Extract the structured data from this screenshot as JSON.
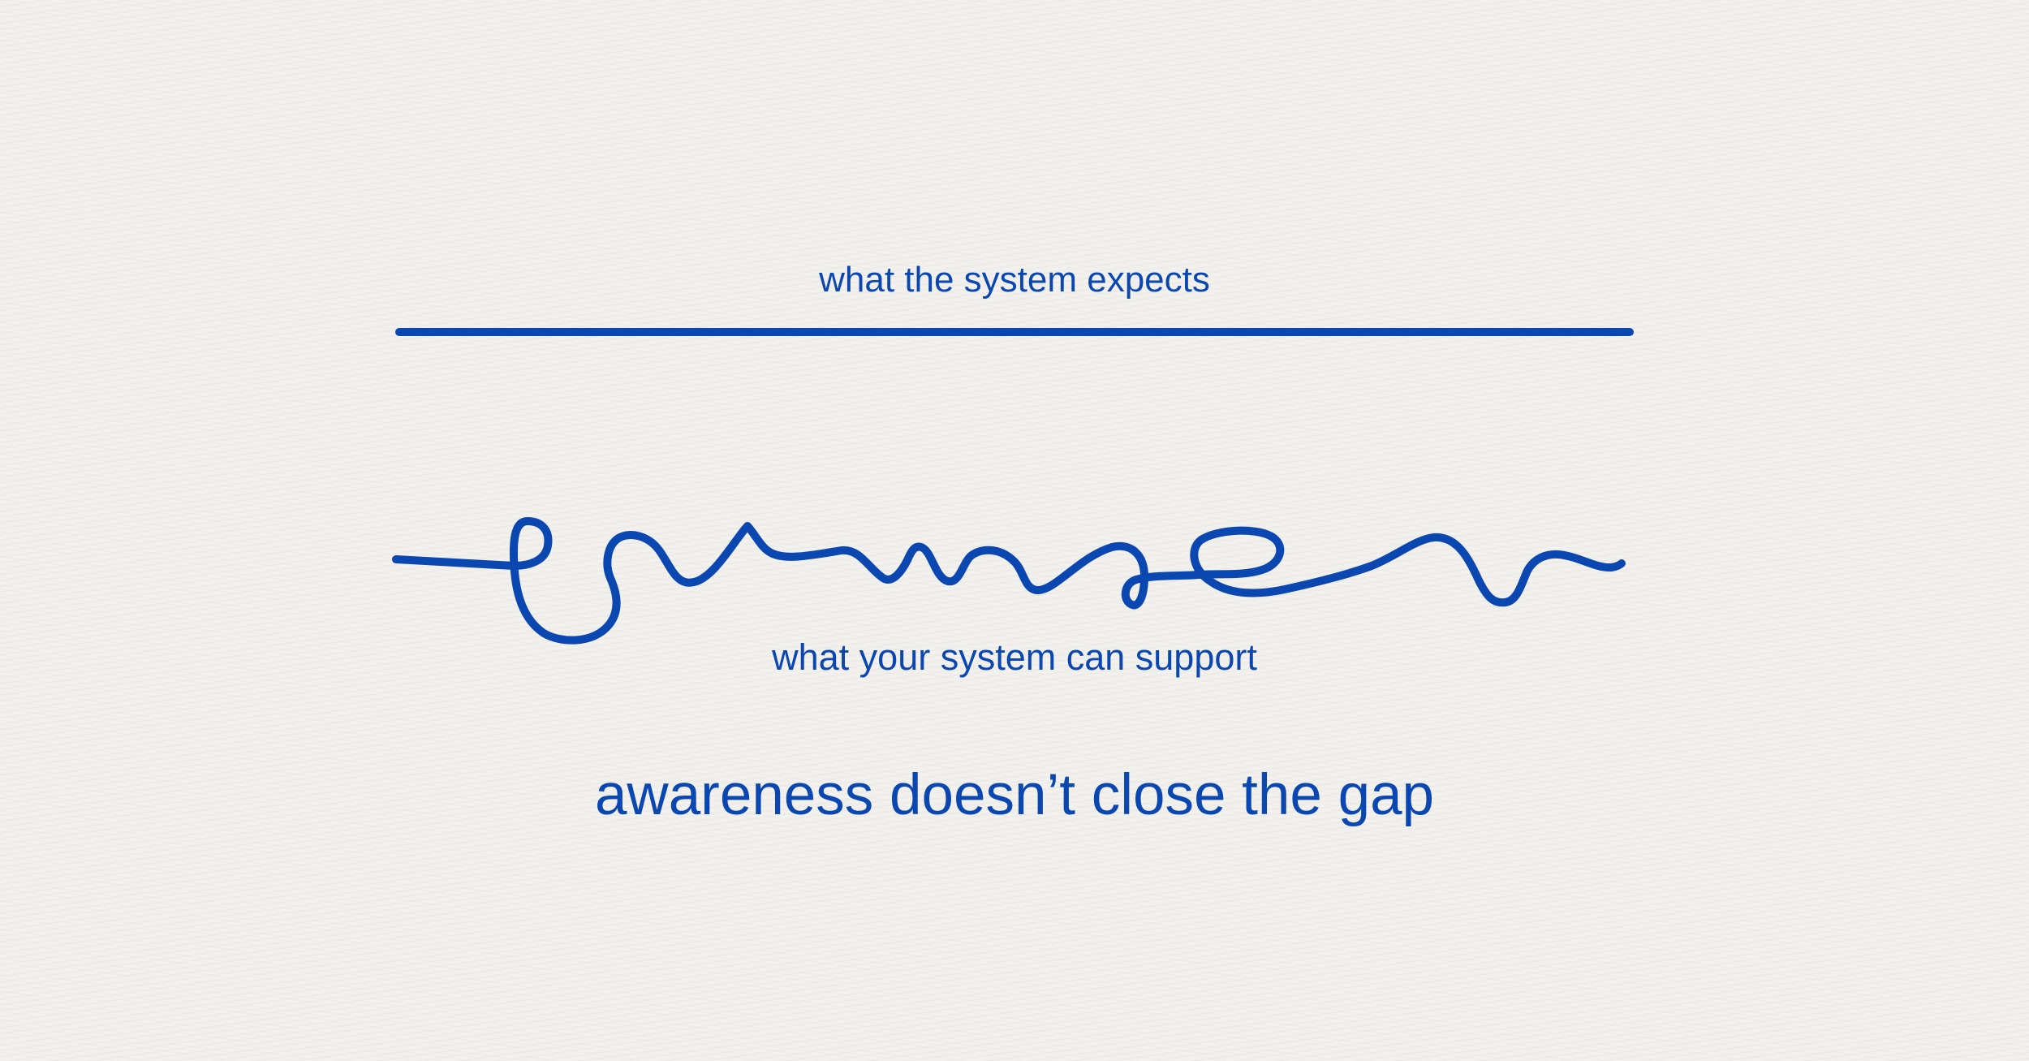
{
  "colors": {
    "background": "#f3f1ed",
    "ink": "#0a47b0"
  },
  "diagram": {
    "expected_line": {
      "label": "what the system expects",
      "shape": "straight-line"
    },
    "actual_line": {
      "label": "what your system can support",
      "shape": "squiggly-line"
    },
    "caption": "awareness doesn’t close the gap"
  }
}
